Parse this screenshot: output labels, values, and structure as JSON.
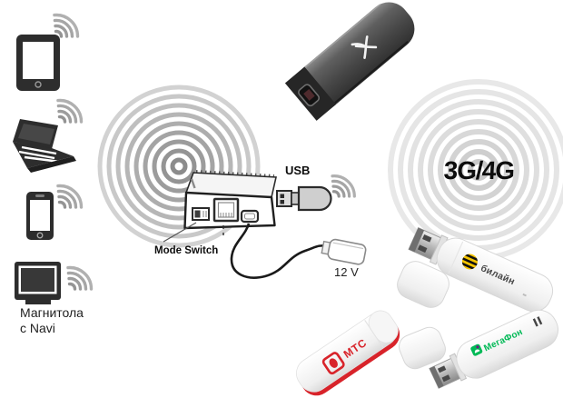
{
  "clients": {
    "items": [
      "tablet",
      "laptop",
      "smartphone",
      "car-stereo"
    ],
    "car_stereo_label_line1": "Магнитола",
    "car_stereo_label_line2": "с Navi"
  },
  "router": {
    "mode_switch_label": "Mode Switch",
    "usb_label": "USB",
    "power_label": "12 V"
  },
  "network": {
    "label": "3G/4G"
  },
  "modems": {
    "beeline": {
      "brand": "билайн"
    },
    "mts": {
      "brand": "МТС"
    },
    "megafon": {
      "brand": "МегаФон"
    }
  },
  "icons": {
    "wifi": "wifi-arcs-icon",
    "usb_modem": "usb-modem-icon",
    "power_plug": "12v-car-plug-icon",
    "lte_modem": "lte-modem-photo"
  },
  "colors": {
    "device_dark": "#2d2d2d",
    "wifi_gray": "#9d9d9d",
    "center_ring_gray": "#9c9c9c",
    "network_ring_gray": "#d9d9d9",
    "beeline_yellow": "#f6c500",
    "mts_red": "#d8232a",
    "megafon_green": "#00b956"
  }
}
